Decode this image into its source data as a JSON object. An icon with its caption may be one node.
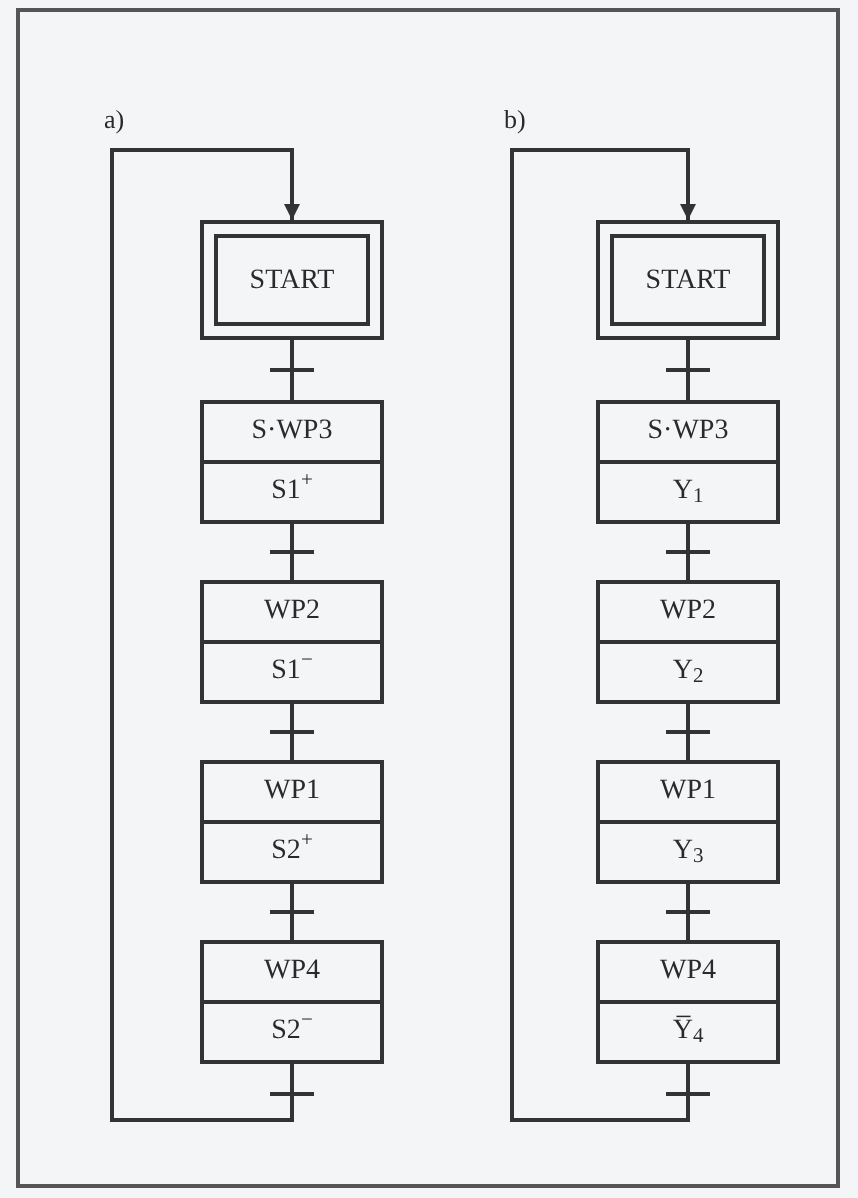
{
  "diagram": {
    "nodes": [
      {
        "text": [
          "START"
        ]
      },
      {
        "text": [
          "S·WP3",
          "S1$^{+}$"
        ]
      },
      {
        "text": [
          "WP2",
          "S1$^{−}$"
        ]
      },
      {
        "text": [
          "WP1",
          "S2$^{+}$"
        ]
      },
      {
        "text": [
          "WP4",
          "S2$^{−}$"
        ]
      },
      {
        "text": [
          "START"
        ]
      },
      {
        "text": [
          "S·WP3",
          "Y$_{1}$"
        ]
      },
      {
        "text": [
          "WP2",
          "Y$_{2}$"
        ]
      },
      {
        "text": [
          "WP1",
          "Y$_{3}$"
        ]
      },
      {
        "text": [
          "WP4",
          "Y̅$_{4}$"
        ]
      }
    ],
    "edges": [
      {
        "from": 0,
        "to": 1,
        "arrow": "none"
      },
      {
        "from": 1,
        "to": 2,
        "arrow": "none"
      },
      {
        "from": 2,
        "to": 3,
        "arrow": "none"
      },
      {
        "from": 3,
        "to": 4,
        "arrow": "none"
      },
      {
        "from": 4,
        "to": 0,
        "arrow": "to"
      },
      {
        "from": 5,
        "to": 6,
        "arrow": "none"
      },
      {
        "from": 6,
        "to": 7,
        "arrow": "none"
      },
      {
        "from": 7,
        "to": 8,
        "arrow": "none"
      },
      {
        "from": 8,
        "to": 9,
        "arrow": "none"
      },
      {
        "from": 9,
        "to": 5,
        "arrow": "to"
      }
    ],
    "labels": [
      "a)",
      "b)"
    ]
  }
}
